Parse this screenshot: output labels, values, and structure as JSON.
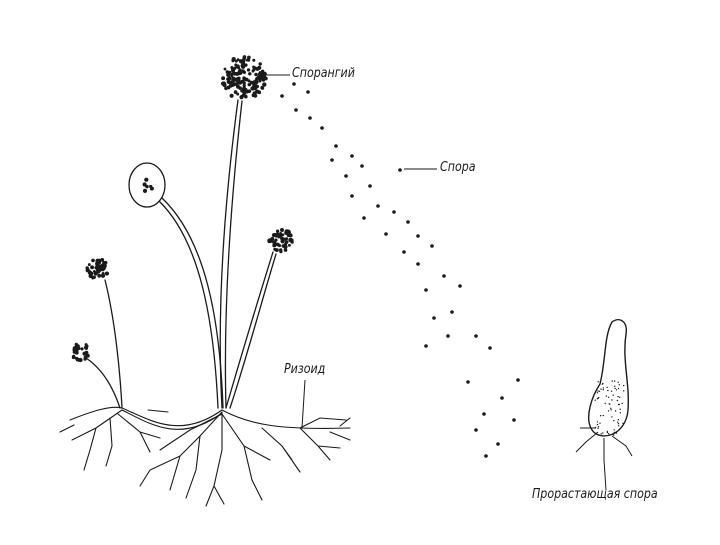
{
  "labels": {
    "sporangium": "Спорангий",
    "spore": "Спора",
    "rhizoid": "Ризоид",
    "germinating_spore": "Прорастающая спора"
  },
  "colors": {
    "ink": "#1a1a1a",
    "background": "#ffffff"
  }
}
